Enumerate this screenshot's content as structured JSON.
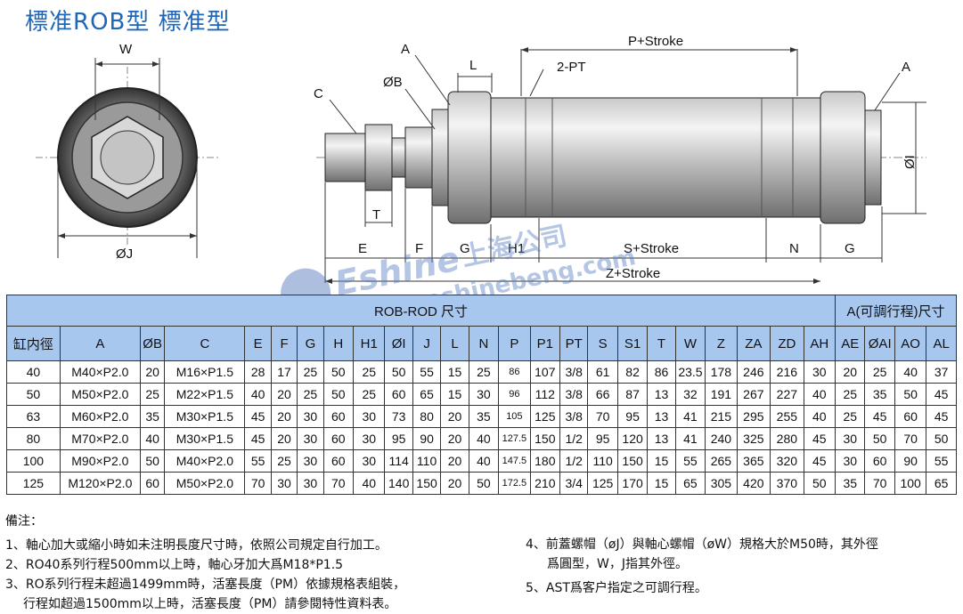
{
  "page": {
    "title": "標准ROB型 標准型"
  },
  "drawing_labels": {
    "W": "W",
    "PHIJ": "ØJ",
    "C": "C",
    "A_left": "A",
    "PHIB": "ØB",
    "L": "L",
    "P_stroke": "P+Stroke",
    "PT": "2-PT",
    "A_right": "A",
    "PHII": "ØI",
    "T": "T",
    "E": "E",
    "F": "F",
    "G_left": "G",
    "H1": "H1",
    "S_stroke": "S+Stroke",
    "N": "N",
    "G_right": "G",
    "Z_stroke": "Z+Stroke"
  },
  "watermark": {
    "brand": "Eshine",
    "company": "上海公司",
    "url": "www.eshinebeng.com"
  },
  "table": {
    "group_main": "ROB-ROD 尺寸",
    "group_a": "A(可調行程)尺寸",
    "headers": [
      "缸内徑",
      "A",
      "ØB",
      "C",
      "E",
      "F",
      "G",
      "H",
      "H1",
      "ØI",
      "J",
      "L",
      "N",
      "P",
      "P1",
      "PT",
      "S",
      "S1",
      "T",
      "W",
      "Z",
      "ZA",
      "ZD",
      "AH",
      "AE",
      "ØAI",
      "AO",
      "AL"
    ],
    "rows": [
      [
        "40",
        "M40×P2.0",
        "20",
        "M16×P1.5",
        "28",
        "17",
        "25",
        "50",
        "25",
        "50",
        "55",
        "15",
        "25",
        "86",
        "107",
        "3/8",
        "61",
        "82",
        "86",
        "23.5",
        "178",
        "246",
        "216",
        "30",
        "20",
        "25",
        "40",
        "37"
      ],
      [
        "50",
        "M50×P2.0",
        "25",
        "M22×P1.5",
        "40",
        "20",
        "25",
        "50",
        "25",
        "60",
        "65",
        "15",
        "30",
        "96",
        "112",
        "3/8",
        "66",
        "87",
        "13",
        "32",
        "191",
        "267",
        "227",
        "40",
        "25",
        "35",
        "50",
        "45"
      ],
      [
        "63",
        "M60×P2.0",
        "35",
        "M30×P1.5",
        "45",
        "20",
        "30",
        "60",
        "30",
        "73",
        "80",
        "20",
        "35",
        "105",
        "125",
        "3/8",
        "70",
        "95",
        "13",
        "41",
        "215",
        "295",
        "255",
        "40",
        "25",
        "45",
        "60",
        "45"
      ],
      [
        "80",
        "M70×P2.0",
        "40",
        "M30×P1.5",
        "45",
        "20",
        "30",
        "60",
        "30",
        "95",
        "90",
        "20",
        "40",
        "127.5",
        "150",
        "1/2",
        "95",
        "120",
        "13",
        "41",
        "240",
        "325",
        "280",
        "45",
        "30",
        "50",
        "70",
        "50"
      ],
      [
        "100",
        "M90×P2.0",
        "50",
        "M40×P2.0",
        "55",
        "25",
        "30",
        "60",
        "30",
        "114",
        "110",
        "20",
        "40",
        "147.5",
        "180",
        "1/2",
        "110",
        "150",
        "15",
        "55",
        "265",
        "365",
        "320",
        "45",
        "30",
        "60",
        "90",
        "55"
      ],
      [
        "125",
        "M120×P2.0",
        "60",
        "M50×P2.0",
        "70",
        "30",
        "30",
        "70",
        "40",
        "140",
        "150",
        "20",
        "50",
        "172.5",
        "210",
        "3/4",
        "125",
        "170",
        "15",
        "65",
        "305",
        "420",
        "370",
        "50",
        "35",
        "70",
        "100",
        "65"
      ]
    ]
  },
  "notes": {
    "heading": "備注：",
    "n1": "1、軸心加大或縮小時如未注明長度尺寸時，依照公司規定自行加工。",
    "n2": "2、RO40系列行程500mm以上時，軸心牙加大爲M18*P1.5",
    "n3a": "3、RO系列行程未超過1499mm時，活塞長度（PM）依據規格表組裝，",
    "n3b": "行程如超過1500mm以上時，活塞長度（PM）請參閱特性資料表。",
    "n4a": "4、前蓋螺帽（øJ）與軸心螺帽（øW）規格大於M50時，其外徑",
    "n4b": "爲圓型，W，J指其外徑。",
    "n5": "5、AST爲客户指定之可調行程。"
  }
}
